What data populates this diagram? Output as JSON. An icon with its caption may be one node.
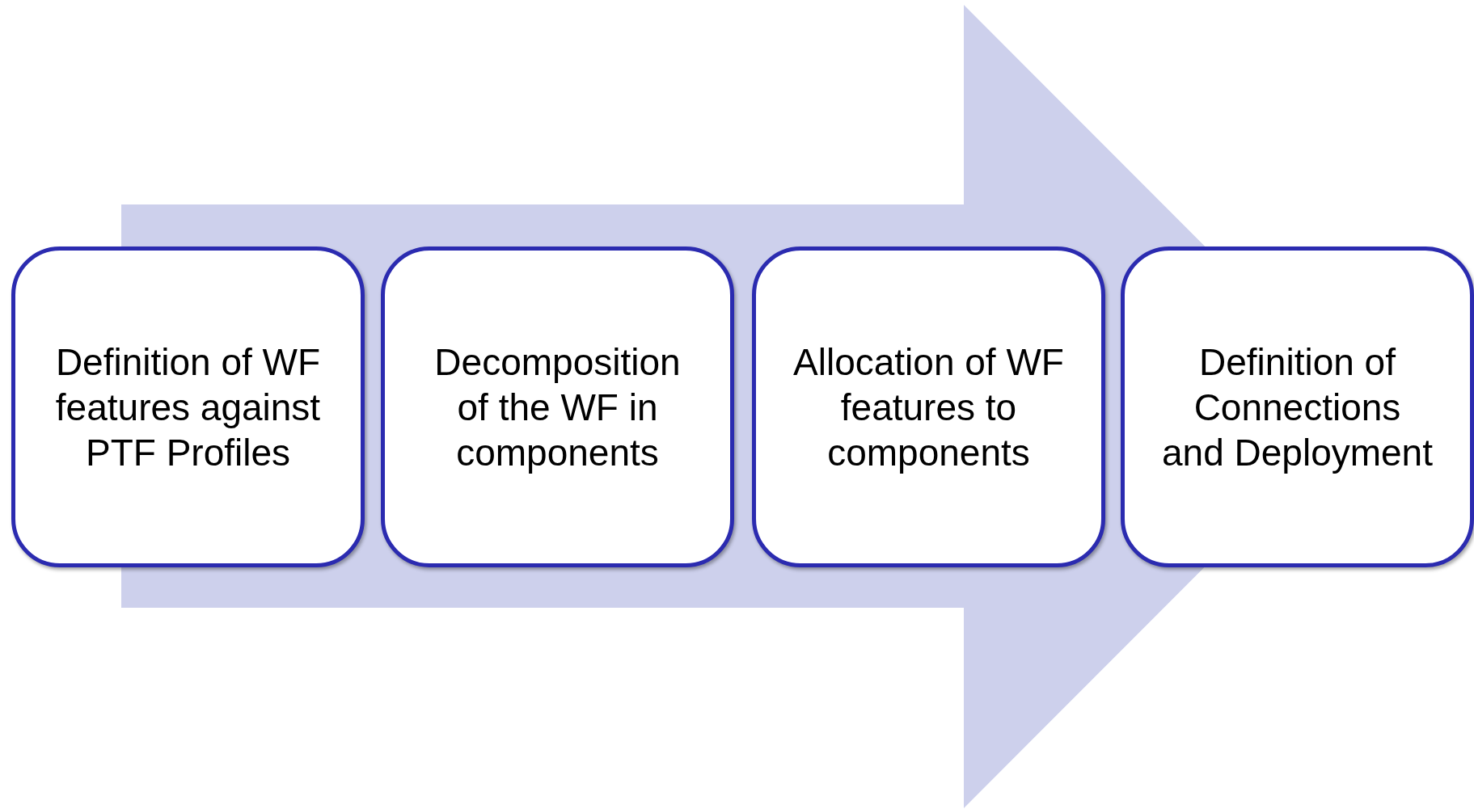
{
  "diagram": {
    "nodes": [
      {
        "text": [
          "Definition of WF features against PTF Profiles"
        ]
      },
      {
        "text": [
          "Decomposition of the WF in components"
        ]
      },
      {
        "text": [
          "Allocation of WF features to components"
        ]
      },
      {
        "text": [
          "Definition of Connections and Deployment"
        ]
      }
    ],
    "edges": [
      {
        "from": 0,
        "to": 3,
        "arrow": "to"
      }
    ]
  }
}
